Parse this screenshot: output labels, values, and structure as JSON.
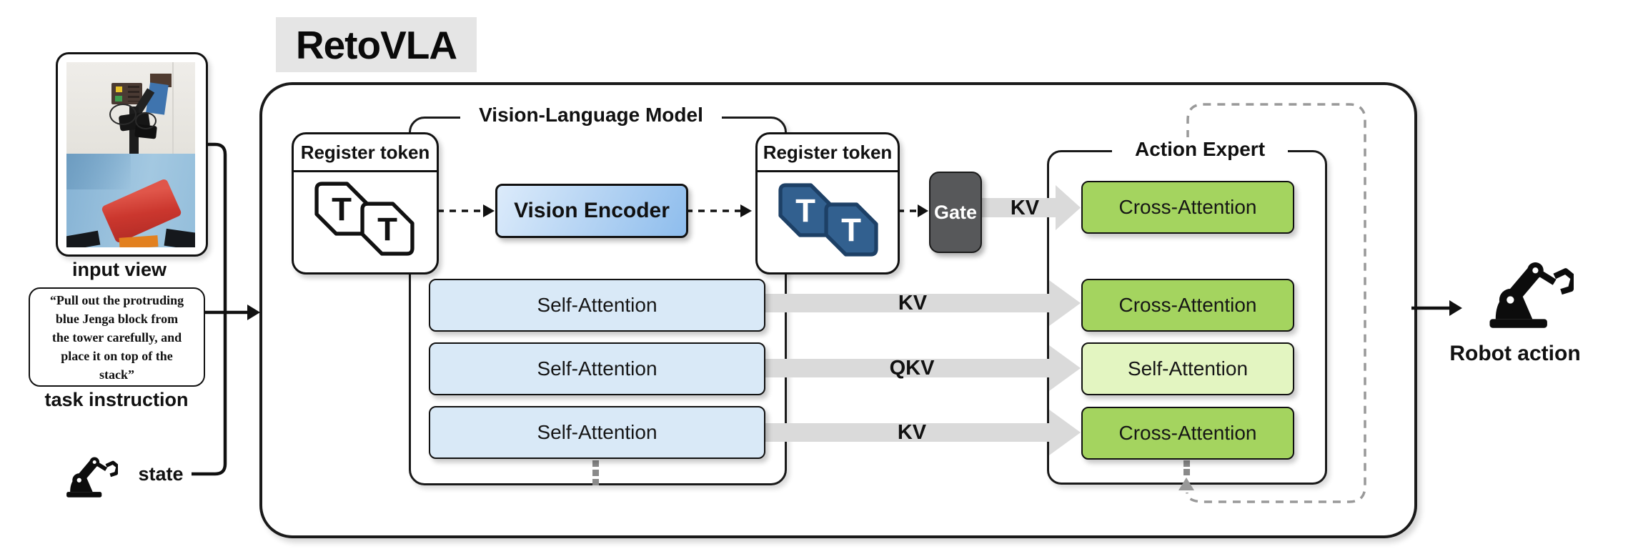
{
  "title": "RetoVLA",
  "inputs": {
    "input_view_label": "input view",
    "task_instruction_lines": [
      "“Pull out the protruding",
      "blue Jenga block from",
      "the tower carefully, and",
      "place it on top of the",
      "stack”"
    ],
    "task_instruction_label": "task instruction",
    "state_label": "state"
  },
  "vlm": {
    "title": "Vision-Language Model",
    "register_token_left": "Register token",
    "register_token_right": "Register token",
    "token_glyph": "T",
    "vision_encoder": "Vision Encoder",
    "self_attention_rows": [
      "Self-Attention",
      "Self-Attention",
      "Self-Attention"
    ]
  },
  "gate": "Gate",
  "kv_labels": {
    "gate": "KV",
    "row1": "KV",
    "row2": "QKV",
    "row3": "KV"
  },
  "action_expert": {
    "title": "Action Expert",
    "rows": [
      {
        "label": "Cross-Attention",
        "variant": "cross"
      },
      {
        "label": "Cross-Attention",
        "variant": "cross"
      },
      {
        "label": "Self-Attention",
        "variant": "self"
      },
      {
        "label": "Cross-Attention",
        "variant": "cross"
      }
    ]
  },
  "output": {
    "label": "Robot action"
  },
  "colors": {
    "title_bg": "#e5e5e5",
    "attention_blue": "#d9e9f7",
    "cross_attention_green": "#a4d45f",
    "self_attention_pale_green": "#e3f5c1",
    "encoder_blue_start": "#dcebfb",
    "encoder_blue_end": "#8ebded",
    "gate_gray": "#57585a",
    "arrow_band_gray": "#dadada",
    "dashed_loop_gray": "#999999",
    "token_blue_fill": "#32608f",
    "token_blue_border": "#1d4066",
    "outline_black": "#1a1a1a"
  }
}
